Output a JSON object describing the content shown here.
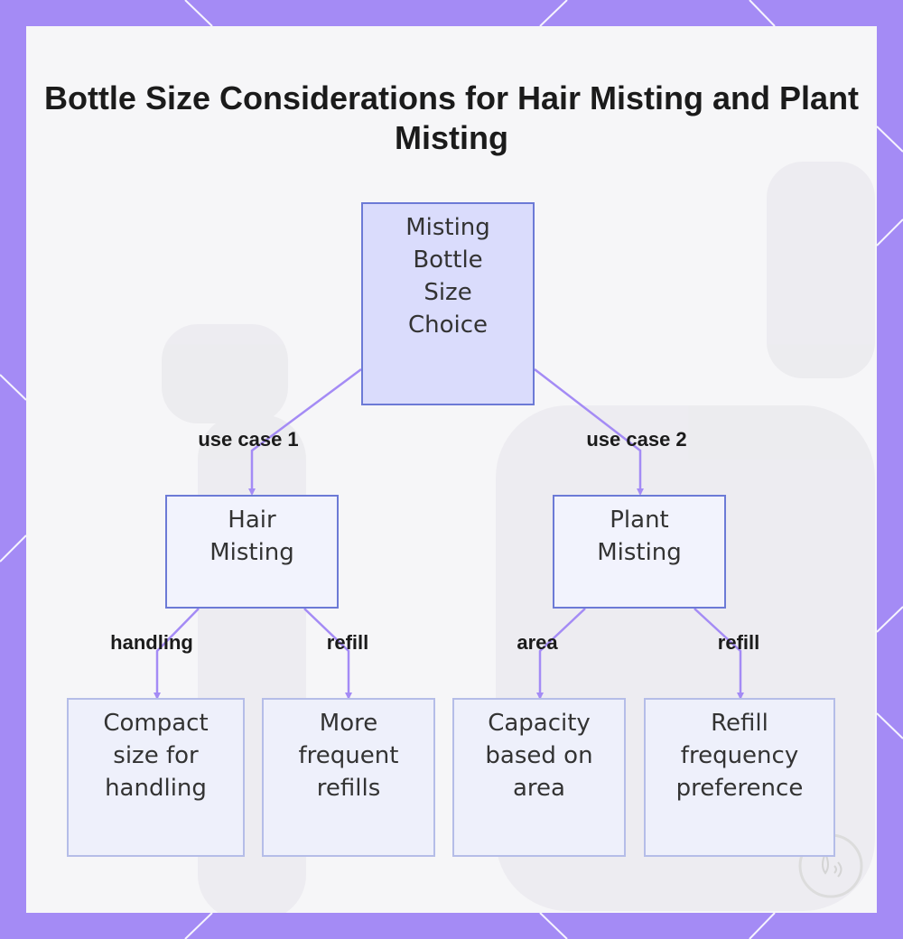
{
  "title": "Bottle Size Considerations for Hair Misting and Plant Misting",
  "nodes": {
    "root": "Misting Bottle Size Choice",
    "hair": "Hair Misting",
    "plant": "Plant Misting",
    "compact": "Compact size for handling",
    "more_refills": "More frequent refills",
    "capacity": "Capacity based on area",
    "refill_pref": "Refill frequency preference"
  },
  "edges": {
    "use_case_1": "use case 1",
    "use_case_2": "use case 2",
    "handling": "handling",
    "refill_left": "refill",
    "area": "area",
    "refill_right": "refill"
  },
  "colors": {
    "frame": "#a48bf5",
    "canvas": "#f6f6f8",
    "node_border": "#6c7ad6",
    "root_fill": "#dadcfc",
    "edge": "#a48bf5"
  }
}
